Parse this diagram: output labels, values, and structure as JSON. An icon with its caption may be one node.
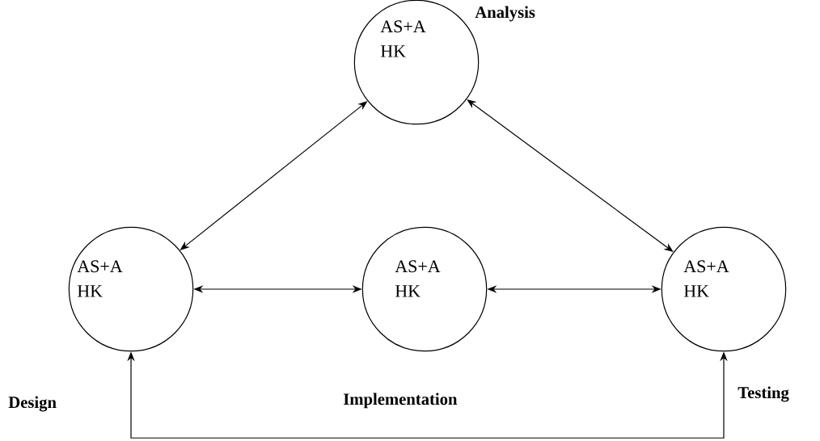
{
  "diagram": {
    "nodes": [
      {
        "text": [
          "AS+A HK",
          "Analysis"
        ]
      },
      {
        "text": [
          "AS+A HK",
          "Design"
        ]
      },
      {
        "text": [
          "AS+A HK",
          "Implementation"
        ]
      },
      {
        "text": [
          "AS+A HK",
          "Testing"
        ]
      }
    ],
    "edges": [
      {
        "from": 0,
        "to": 1,
        "arrow": "both"
      },
      {
        "from": 0,
        "to": 3,
        "arrow": "both"
      },
      {
        "from": 1,
        "to": 2,
        "arrow": "both"
      },
      {
        "from": 2,
        "to": 3,
        "arrow": "both"
      },
      {
        "from": 1,
        "to": 3,
        "arrow": "both"
      }
    ]
  }
}
